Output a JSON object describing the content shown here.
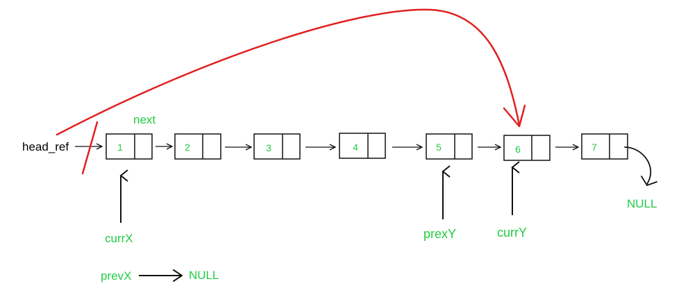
{
  "head_label": "head_ref",
  "next_label": "next",
  "null_label_end": "NULL",
  "null_label_prev": "NULL",
  "pointers": {
    "currX": "currX",
    "prevX": "prevX",
    "prexY": "prexY",
    "currY": "currY"
  },
  "nodes": [
    "1",
    "2",
    "3",
    "4",
    "5",
    "6",
    "7"
  ],
  "colors": {
    "green_text": "#22cc44",
    "outline": "#111111",
    "annotation": "#e02020"
  }
}
